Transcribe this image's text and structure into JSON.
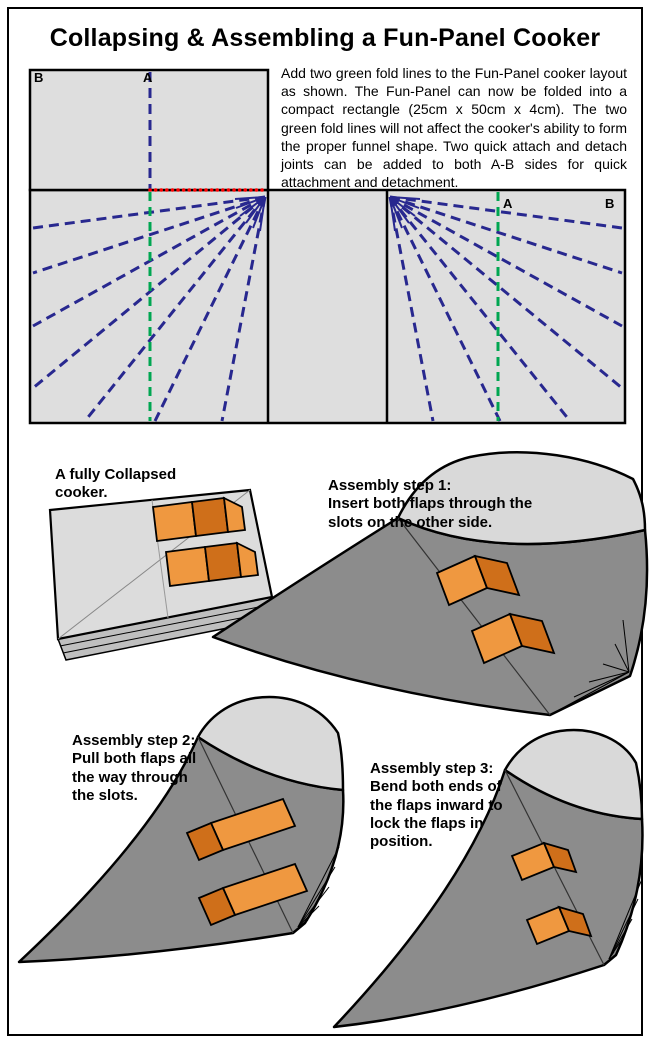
{
  "page": {
    "title": "Collapsing & Assembling a Fun-Panel Cooker"
  },
  "intro_paragraph": "Add two green fold lines to the Fun-Panel cooker layout as shown.  The Fun-Panel can now be folded into a compact rectangle (25cm x 50cm x 4cm). The two green fold lines will not affect the cooker's ability to form the proper funnel shape.  Two quick attach and detach joints can be added to both A-B sides for quick attachment and detachment.",
  "layout_diagram": {
    "labels": {
      "square_top_left": "B",
      "square_fold_top": "A",
      "right_panel_fold": "A",
      "right_panel_corner": "B"
    },
    "colors": {
      "panel_fill": "#dedede",
      "fold_line_blue": "#28288f",
      "fold_line_green": "#00a651",
      "cut_line_red": "#ff0000",
      "outline": "#000000"
    }
  },
  "steps": {
    "collapsed": {
      "caption": "A fully Collapsed cooker."
    },
    "step1": {
      "title": "Assembly step 1:",
      "body": "Insert both flaps through the slots on the other side."
    },
    "step2": {
      "title": "Assembly step 2:",
      "body": "Pull both flaps all the way through the slots."
    },
    "step3": {
      "title": "Assembly step 3:",
      "body": "Bend both ends of the flaps inward to lock the flaps in position."
    }
  },
  "illustration_colors": {
    "panel_light": "#d9d9d9",
    "panel_dark": "#8c8c8c",
    "stack_gray": "#bfbfbf",
    "flap_orange": "#ef9840",
    "flap_orange_dark": "#cf6f1a"
  }
}
